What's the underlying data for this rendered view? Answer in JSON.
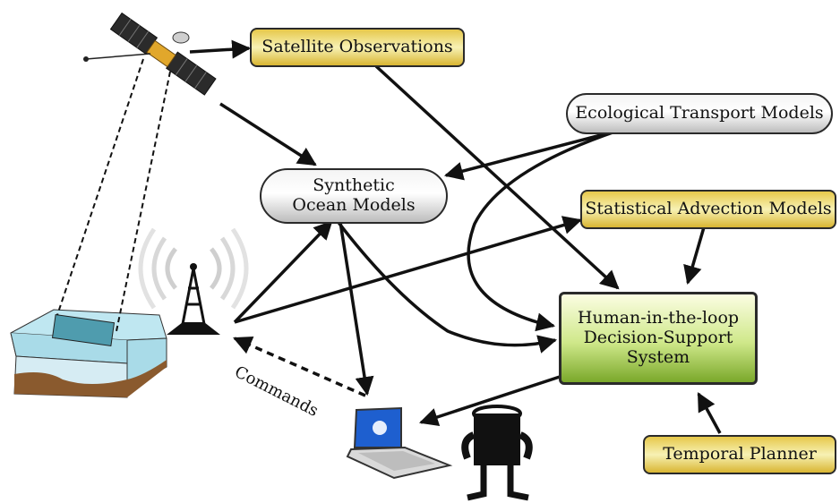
{
  "nodes": {
    "satellite_observations": "Satellite Observations",
    "ecological_transport_models": "Ecological Transport Models",
    "synthetic_ocean_models": "Synthetic\nOcean Models",
    "statistical_advection_models": "Statistical Advection Models",
    "decision_support": "Human-in-the-loop\nDecision-Support\nSystem",
    "temporal_planner": "Temporal Planner"
  },
  "edge_labels": {
    "commands": "Commands"
  },
  "colors": {
    "yellow_box": "#e6c84a",
    "grey_box": "#e8e8e8",
    "green_box": "#a9cc55",
    "arrow": "#111111",
    "water": "#b9e3ee"
  },
  "icons": [
    "satellite-icon",
    "radio-tower-icon",
    "ocean-glider-icon",
    "laptop-icon",
    "human-operator-icon"
  ]
}
